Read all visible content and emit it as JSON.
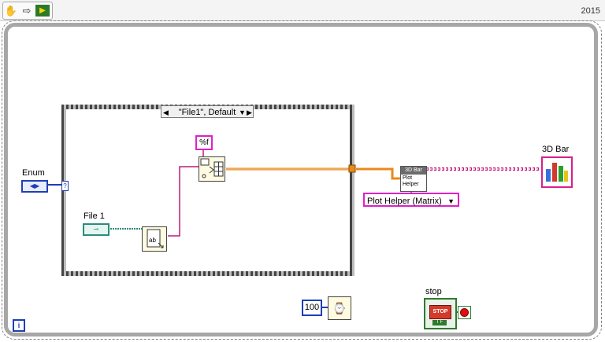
{
  "toolbar": {
    "year": "2015",
    "tools": [
      {
        "icon": "hand-tool-icon"
      },
      {
        "icon": "run-arrow-icon"
      },
      {
        "icon": "context-help-icon"
      }
    ]
  },
  "case_selector": {
    "value": "\"File1\", Default"
  },
  "controls": {
    "enum_label": "Enum",
    "file_label": "File 1",
    "bar3d_label": "3D Bar",
    "stop_label": "stop",
    "stop_button_text": "STOP",
    "stop_tf": "T F"
  },
  "nodes": {
    "format_string": "%f",
    "wait_ms": "100",
    "plot_helper_head": "3D Bar",
    "plot_helper_body": "Plot\nHelper",
    "plot_helper_ring": "Plot Helper (Matrix)"
  },
  "colors": {
    "orange_wire": "#e88a1a",
    "pink_wire": "#c0187a",
    "enum_blue": "#1f3fb5",
    "path_teal": "#2e8b7a",
    "string_pink": "#e020c8"
  }
}
